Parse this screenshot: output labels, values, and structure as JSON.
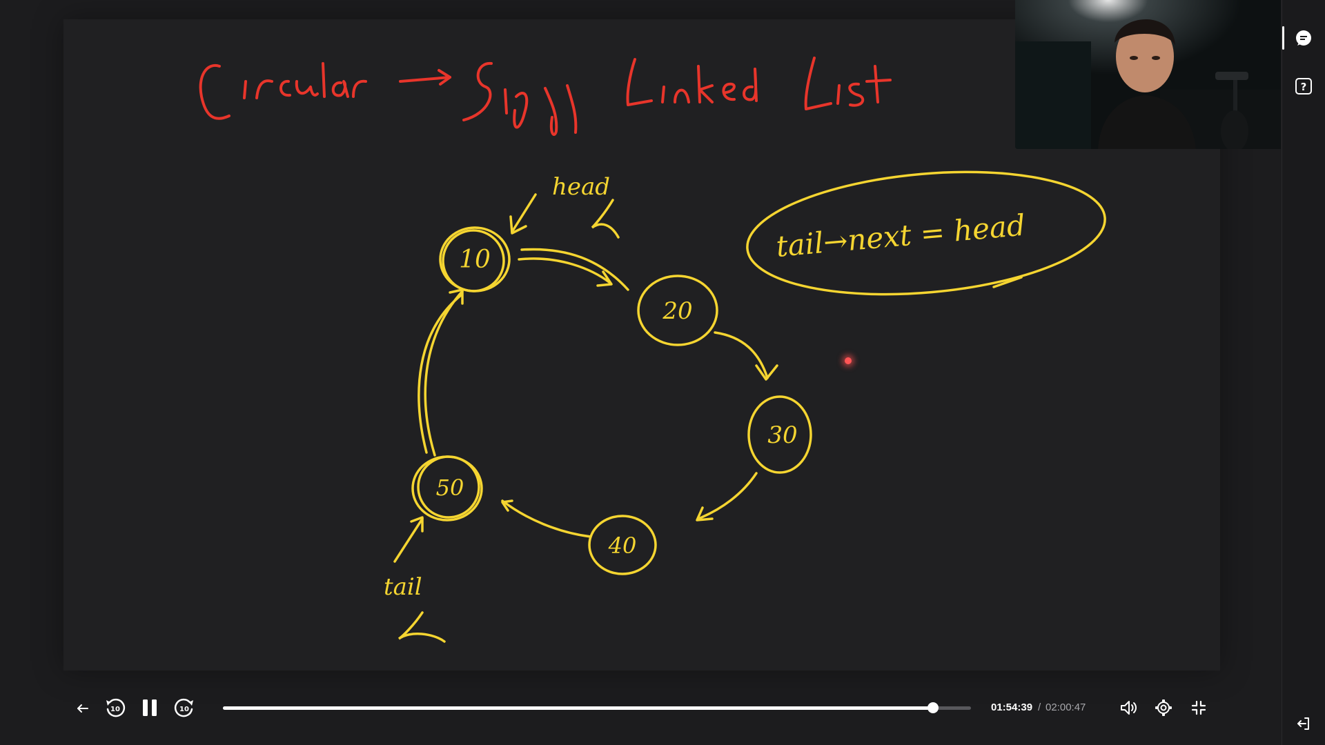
{
  "whiteboard": {
    "title": "Circular → Singly Linked List",
    "nodes": [
      "10",
      "20",
      "30",
      "40",
      "50"
    ],
    "head_label": "head",
    "tail_label": "tail",
    "note": "tail→next = head"
  },
  "player": {
    "current_time": "01:54:39",
    "separator": "/",
    "total_time": "02:00:47",
    "progress": 0.949,
    "rewind_seconds": "10",
    "forward_seconds": "10"
  },
  "colors": {
    "ink_red": "#e8352b",
    "ink_yellow": "#f5d531",
    "background": "#202022",
    "accent": "#ffffff"
  },
  "icons": [
    "back-arrow-icon",
    "rewind-10-icon",
    "pause-icon",
    "forward-10-icon",
    "volume-icon",
    "settings-gear-icon",
    "exit-fullscreen-icon",
    "chat-icon",
    "help-icon",
    "leave-icon"
  ]
}
